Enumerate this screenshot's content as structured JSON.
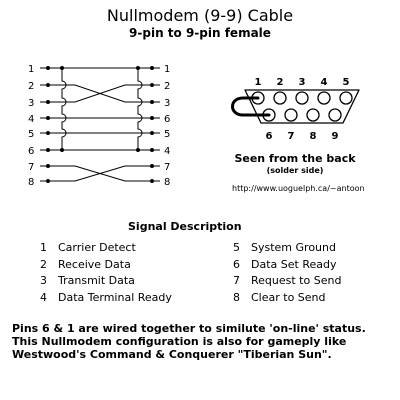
{
  "title": "Nullmodem (9-9) Cable",
  "subtitle": "9-pin to 9-pin female",
  "wiring": {
    "rows": [
      {
        "left": "1",
        "right": "1"
      },
      {
        "left": "2",
        "right": "2"
      },
      {
        "left": "3",
        "right": "3"
      },
      {
        "left": "4",
        "right": "6"
      },
      {
        "left": "5",
        "right": "5"
      },
      {
        "left": "6",
        "right": "4"
      },
      {
        "left": "7",
        "right": "7"
      },
      {
        "left": "8",
        "right": "8"
      }
    ]
  },
  "connector": {
    "top_pins": [
      "1",
      "2",
      "3",
      "4",
      "5"
    ],
    "bottom_pins": [
      "6",
      "7",
      "8",
      "9"
    ],
    "view_label": "Seen from the back",
    "view_sublabel": "(solder side)",
    "url": "http://www.uoguelph.ca/~antoon"
  },
  "signals": {
    "header": "Signal Description",
    "left": [
      {
        "pin": "1",
        "name": "Carrier Detect"
      },
      {
        "pin": "2",
        "name": "Receive Data"
      },
      {
        "pin": "3",
        "name": "Transmit Data"
      },
      {
        "pin": "4",
        "name": "Data Terminal Ready"
      }
    ],
    "right": [
      {
        "pin": "5",
        "name": "System Ground"
      },
      {
        "pin": "6",
        "name": "Data Set Ready"
      },
      {
        "pin": "7",
        "name": "Request to Send"
      },
      {
        "pin": "8",
        "name": "Clear to Send"
      }
    ]
  },
  "note": "Pins 6 & 1 are wired together to similute 'on-line' status. This Nullmodem configuration is also for gameply like Westwood's Command & Conquerer \"Tiberian Sun\"."
}
